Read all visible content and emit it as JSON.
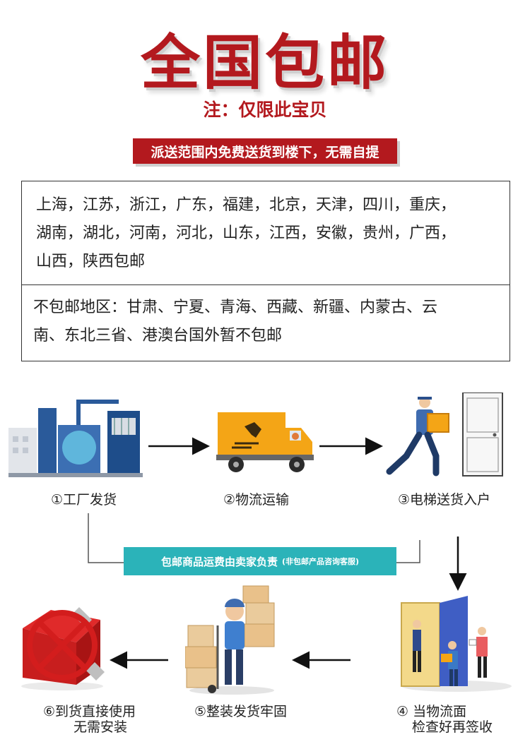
{
  "header": {
    "title": "全国包邮",
    "subtitle": "注：仅限此宝贝",
    "banner": "派送范围内免费送货到楼下，无需自提"
  },
  "regions": {
    "free_line1": "上海，江苏，浙江，广东，福建，北京，天津，四川，重庆，",
    "free_line2": "湖南，湖北，河南，河北，山东，江西，安徽，贵州，广西，",
    "free_line3": "山西，陕西包邮",
    "excluded_line1": "不包邮地区：甘肃、宁夏、青海、西藏、新疆、内蒙古、云",
    "excluded_line2": "南、东北三省、港澳台国外暂不包邮"
  },
  "steps": {
    "s1": "①工厂发货",
    "s2": "②物流运输",
    "s3": "③电梯送货入户",
    "s4_line1": "④   当物流面",
    "s4_line2": "检查好再签收",
    "s5": "⑤整装发货牢固",
    "s6_line1": "⑥到货直接使用",
    "s6_line2": "无需安装"
  },
  "note": {
    "main": "包邮商品运费由卖家负责",
    "small": "(非包邮产品咨询客服)"
  },
  "colors": {
    "brand_red": "#b3191e",
    "teal": "#2bb3b9",
    "truck_orange": "#f4a516",
    "factory_blue": "#2a5a9a"
  }
}
